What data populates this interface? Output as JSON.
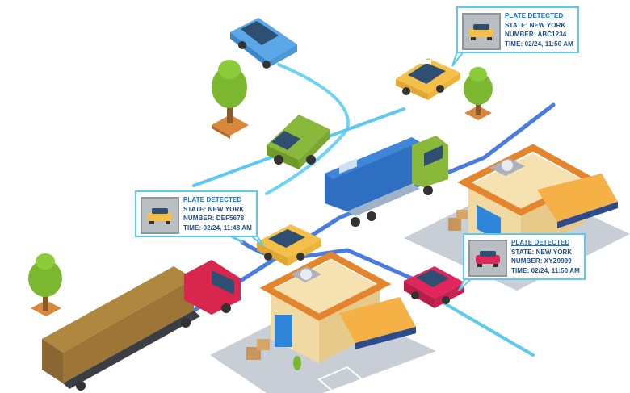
{
  "detections": [
    {
      "heading": "PLATE DETECTED",
      "state": "STATE: NEW YORK",
      "number": "NUMBER: ABC1234",
      "time": "TIME: 02/24, 11:50 AM",
      "car_color": "#f5c04a"
    },
    {
      "heading": "PLATE DETECTED",
      "state": "STATE: NEW YORK",
      "number": "NUMBER: DEF5678",
      "time": "TIME: 02/24, 11:48 AM",
      "car_color": "#f5c04a"
    },
    {
      "heading": "PLATE DETECTED",
      "state": "STATE: NEW YORK",
      "number": "NUMBER: XYZ9999",
      "time": "TIME: 02/24, 11:50 AM",
      "car_color": "#e0265a"
    }
  ],
  "colors": {
    "accent": "#5ccaee",
    "road": "#4a7be0",
    "taxi": "#f5c04a",
    "truck_red": "#d8264d",
    "tree": "#7cb82f"
  }
}
